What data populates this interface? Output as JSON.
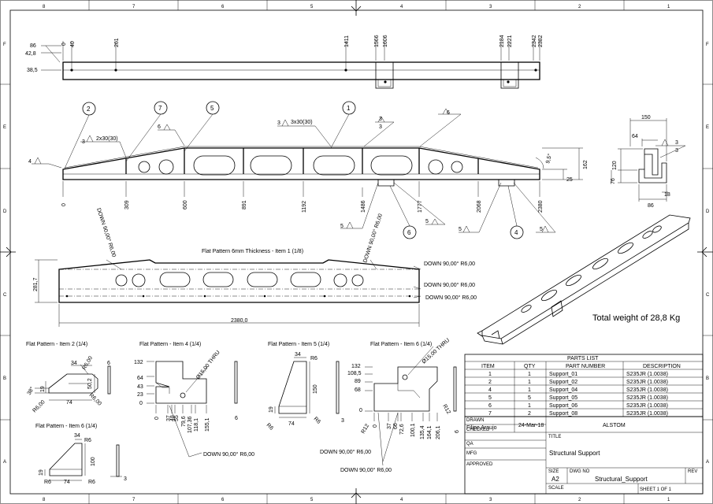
{
  "border": {
    "cols": [
      "8",
      "7",
      "6",
      "5",
      "4",
      "3",
      "2",
      "1"
    ],
    "rows": [
      "F",
      "E",
      "D",
      "C",
      "B",
      "A"
    ]
  },
  "top_view": {
    "left_dims": [
      "86",
      "42,8",
      "38,5"
    ],
    "top_dims": [
      "0",
      "40",
      "261",
      "1411",
      "1566",
      "1606",
      "2184",
      "2221",
      "2342",
      "2382"
    ]
  },
  "front_view": {
    "bottom_dims": [
      "0",
      "309",
      "600",
      "891",
      "1192",
      "1486",
      "1777",
      "2068",
      "2380"
    ],
    "balloons": [
      "2",
      "7",
      "5",
      "1",
      "6",
      "4"
    ],
    "weld_texts": [
      "2x30(30)",
      "3x30(30)"
    ],
    "weld_sizes": [
      "4",
      "3",
      "6",
      "3",
      "3",
      "3",
      "6",
      "5",
      "5",
      "5",
      "5"
    ],
    "right_dims": [
      "9,5°",
      "162",
      "25"
    ]
  },
  "section_view": {
    "dims": [
      "150",
      "64",
      "120",
      "76",
      "18",
      "86"
    ],
    "welds": [
      "3",
      "3"
    ]
  },
  "flat_main": {
    "title": "Flat Pattern  6mm Thickness - Item 1 (1/8)",
    "bend_notes": [
      "DOWN 90,00° R6,00",
      "DOWN 90,00° R6,00",
      "DOWN 90,00° R6,00",
      "DOWN 90,00° R6,00",
      "DOWN 90,00° R6,00"
    ],
    "height": "281,7",
    "length": "2380,0"
  },
  "total_weight": "Total weight of 28,8 Kg",
  "item2": {
    "title": "Flat Pattern - Item 2 (1/4)",
    "dims": [
      "34",
      "R6,00",
      "6",
      "50,2",
      "R6,00",
      "19",
      "38°",
      "R6,00",
      "74"
    ]
  },
  "item6b": {
    "title": "Flat Pattern - Item 6 (1/4)",
    "dims": [
      "34",
      "R6",
      "100",
      "19",
      "R6",
      "74",
      "R6",
      "3"
    ]
  },
  "item4": {
    "title": "Flat Pattern - Item 4 (1/4)",
    "left_dims": [
      "132",
      "64",
      "43",
      "23",
      "0"
    ],
    "bottom_dims": [
      "0",
      "37",
      "48",
      "55",
      "79,6",
      "107,36",
      "118,1",
      "155,1"
    ],
    "hole": "Ø15,00 THRU",
    "side": "6",
    "note": "DOWN 90,00° R6,00"
  },
  "item5": {
    "title": "Flat Pattern - Item 5 (1/4)",
    "dims": [
      "34",
      "R6",
      "150",
      "19",
      "R6",
      "74",
      "R6",
      "3"
    ]
  },
  "item6": {
    "title": "Flat Pattern - Item 6 (1/4)",
    "left_dims": [
      "132",
      "108,5",
      "89",
      "68",
      "0"
    ],
    "bottom_dims": [
      "0",
      "37",
      "66",
      "72,6",
      "100,1",
      "135,4",
      "164,1",
      "206,1"
    ],
    "hole": "Ø15,00 THRU",
    "r1": "R12",
    "r2": "R12",
    "side": "6",
    "notes": [
      "DOWN 90,00° R6,00",
      "DOWN 90,00° R6,00"
    ]
  },
  "parts_list": {
    "title": "PARTS LIST",
    "headers": [
      "ITEM",
      "QTY",
      "PART NUMBER",
      "DESCRIPTION"
    ],
    "rows": [
      [
        "1",
        "1",
        "Support_01",
        "S235JR (1.0038)"
      ],
      [
        "2",
        "1",
        "Support_02",
        "S235JR (1.0038)"
      ],
      [
        "4",
        "1",
        "Support_04",
        "S235JR (1.0038)"
      ],
      [
        "5",
        "5",
        "Support_05",
        "S235JR (1.0038)"
      ],
      [
        "6",
        "1",
        "Support_06",
        "S235JR (1.0038)"
      ],
      [
        "7",
        "2",
        "Support_08",
        "S235JR (1.0038)"
      ]
    ]
  },
  "title_block": {
    "drawn_label": "DRAWN",
    "drawn_by": "Filipe Araujo",
    "date": "24-Mar-18",
    "company": "ALSTOM",
    "checked": "CHECKED",
    "qa": "QA",
    "mfg": "MFG",
    "approved": "APPROVED",
    "title_label": "TITLE",
    "title": "Structural Support",
    "size_label": "SIZE",
    "size": "A2",
    "dwg_label": "DWG NO",
    "dwg": "Structural_Support",
    "rev_label": "REV",
    "scale_label": "SCALE",
    "sheet": "SHEET 1  OF  1"
  }
}
